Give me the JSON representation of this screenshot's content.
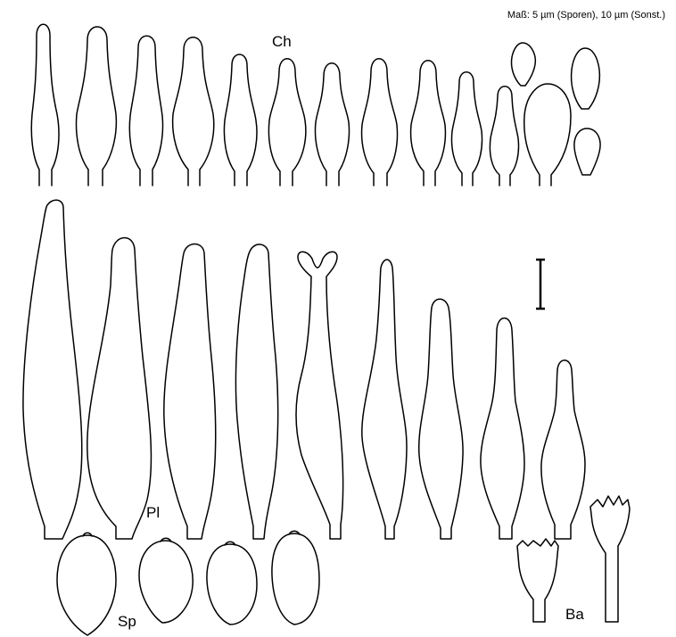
{
  "scale_note": "Maß: 5 µm (Sporen), 10 µm (Sonst.)",
  "labels": {
    "cheilocystidia": "Ch",
    "pleurocystidia": "Pl",
    "spores": "Sp",
    "basidia": "Ba"
  },
  "counts": {
    "cheilocystidia": 14,
    "pleurocystidia": 9,
    "spores": 4,
    "basidia": 2
  },
  "line_color": "#000000",
  "background_color": "#ffffff"
}
